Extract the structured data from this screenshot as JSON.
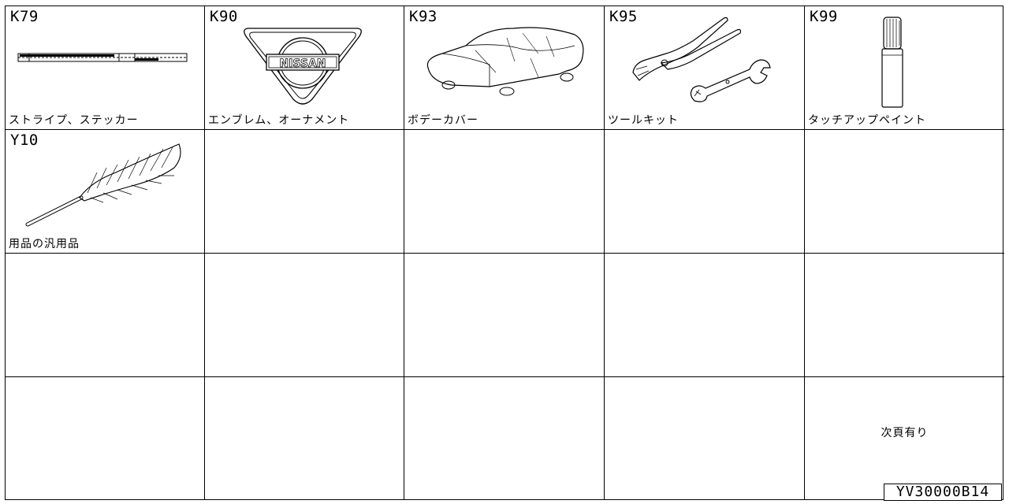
{
  "catalog": {
    "cells": [
      {
        "code": "K79",
        "label": "ストライプ、ステッカー",
        "icon": "stripe-sticker-icon"
      },
      {
        "code": "K90",
        "label": "エンブレム、オーナメント",
        "icon": "nissan-emblem-icon",
        "emblem_text": "NISSAN"
      },
      {
        "code": "K93",
        "label": "ボデーカバー",
        "icon": "car-cover-icon"
      },
      {
        "code": "K95",
        "label": "ツールキット",
        "icon": "tool-kit-icon"
      },
      {
        "code": "K99",
        "label": "タッチアップペイント",
        "icon": "touch-up-paint-icon"
      },
      {
        "code": "Y10",
        "label": "用品の汎用品",
        "icon": "feather-duster-icon"
      }
    ],
    "next_page_note": "次頁有り",
    "drawing_id": "YV30000B14"
  }
}
